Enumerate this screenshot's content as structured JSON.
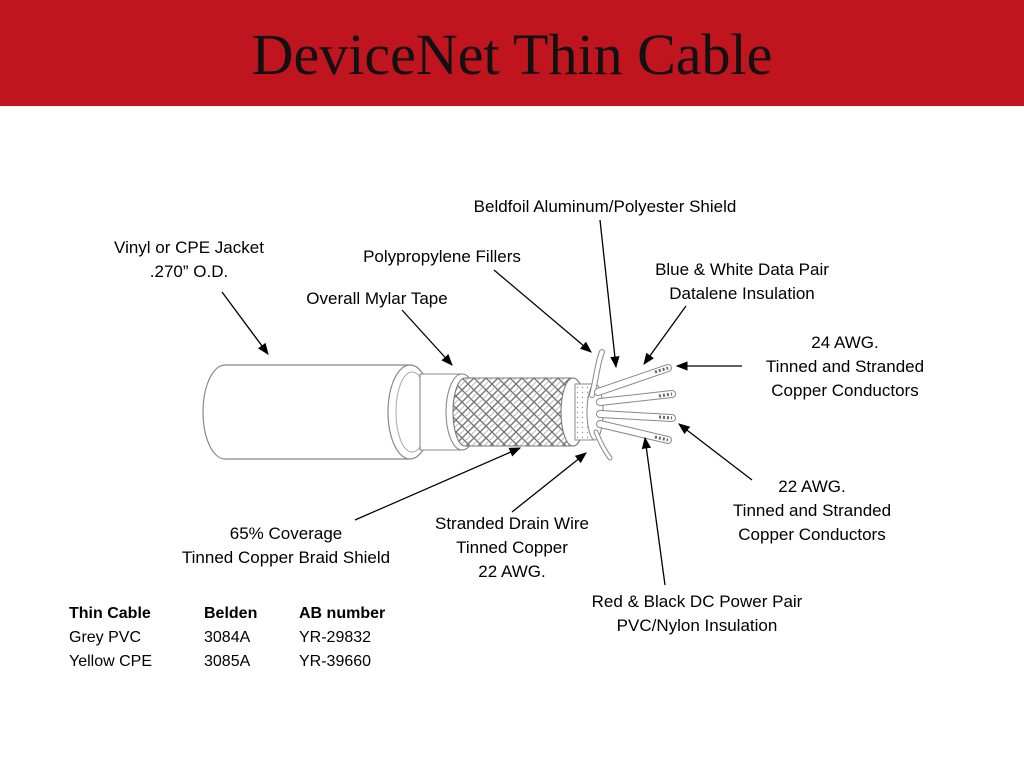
{
  "title": "DeviceNet Thin Cable",
  "labels": {
    "jacket": [
      "Vinyl or CPE Jacket",
      ".270” O.D."
    ],
    "fillers": [
      "Polypropylene Fillers"
    ],
    "mylar": [
      "Overall Mylar Tape"
    ],
    "beldfoil": [
      "Beldfoil Aluminum/Polyester Shield"
    ],
    "data_pair": [
      "Blue & White Data Pair",
      "Datalene Insulation"
    ],
    "awg24": [
      "24 AWG.",
      "Tinned and Stranded",
      "Copper Conductors"
    ],
    "awg22": [
      "22 AWG.",
      "Tinned and Stranded",
      "Copper Conductors"
    ],
    "braid": [
      "65% Coverage",
      "Tinned Copper Braid Shield"
    ],
    "drain": [
      "Stranded Drain Wire",
      "Tinned Copper",
      "22 AWG."
    ],
    "power_pair": [
      "Red & Black DC Power Pair",
      "PVC/Nylon Insulation"
    ]
  },
  "table": {
    "headers": [
      "Thin Cable",
      "Belden",
      "AB number"
    ],
    "rows": [
      [
        "Grey PVC",
        "3084A",
        "YR-29832"
      ],
      [
        "Yellow CPE",
        "3085A",
        "YR-39660"
      ]
    ]
  }
}
